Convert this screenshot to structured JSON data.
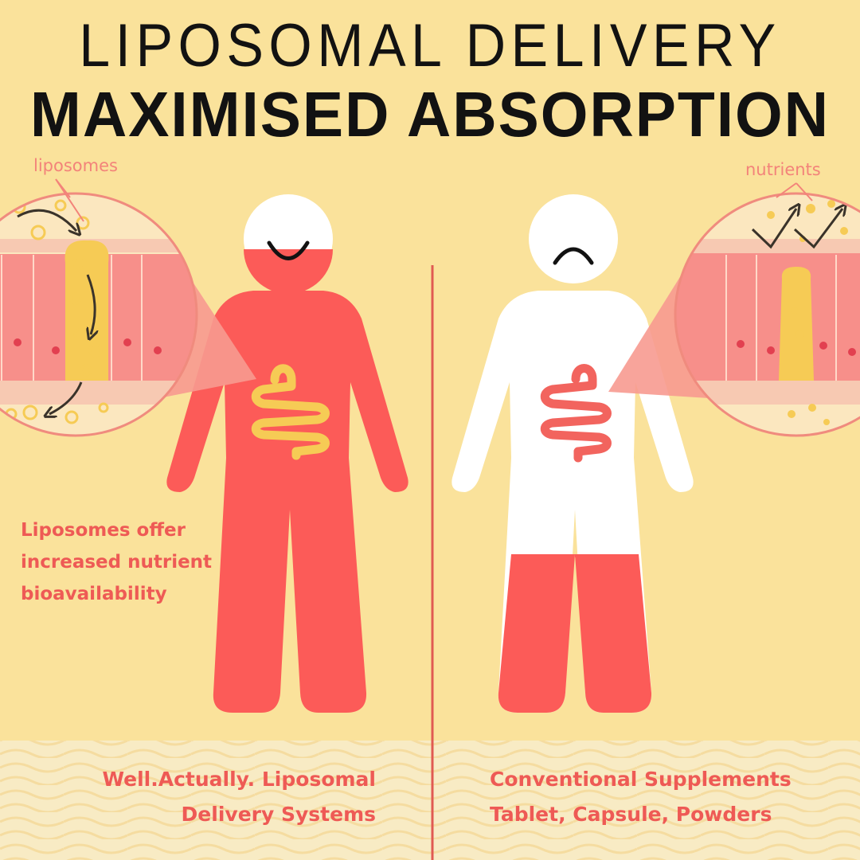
{
  "title": {
    "line1": "LIPOSOMAL DELIVERY",
    "line2": "MAXIMISED ABSORPTION"
  },
  "left": {
    "callout": "liposomes",
    "description": [
      "Liposomes offer",
      "increased nutrient",
      "bioavailability"
    ],
    "footer": [
      "Well.Actually. Liposomal",
      "Delivery Systems"
    ],
    "face": "smile"
  },
  "right": {
    "callout": "nutrients",
    "footer": [
      "Conventional Supplements",
      "Tablet, Capsule, Powders"
    ],
    "face": "frown"
  },
  "colors": {
    "background": "#fae29b",
    "footer_band": "#f8ebc4",
    "coral": "#fc5b58",
    "callout": "#f3837a",
    "gut_yellow": "#f6cb55",
    "text": "#121212"
  }
}
